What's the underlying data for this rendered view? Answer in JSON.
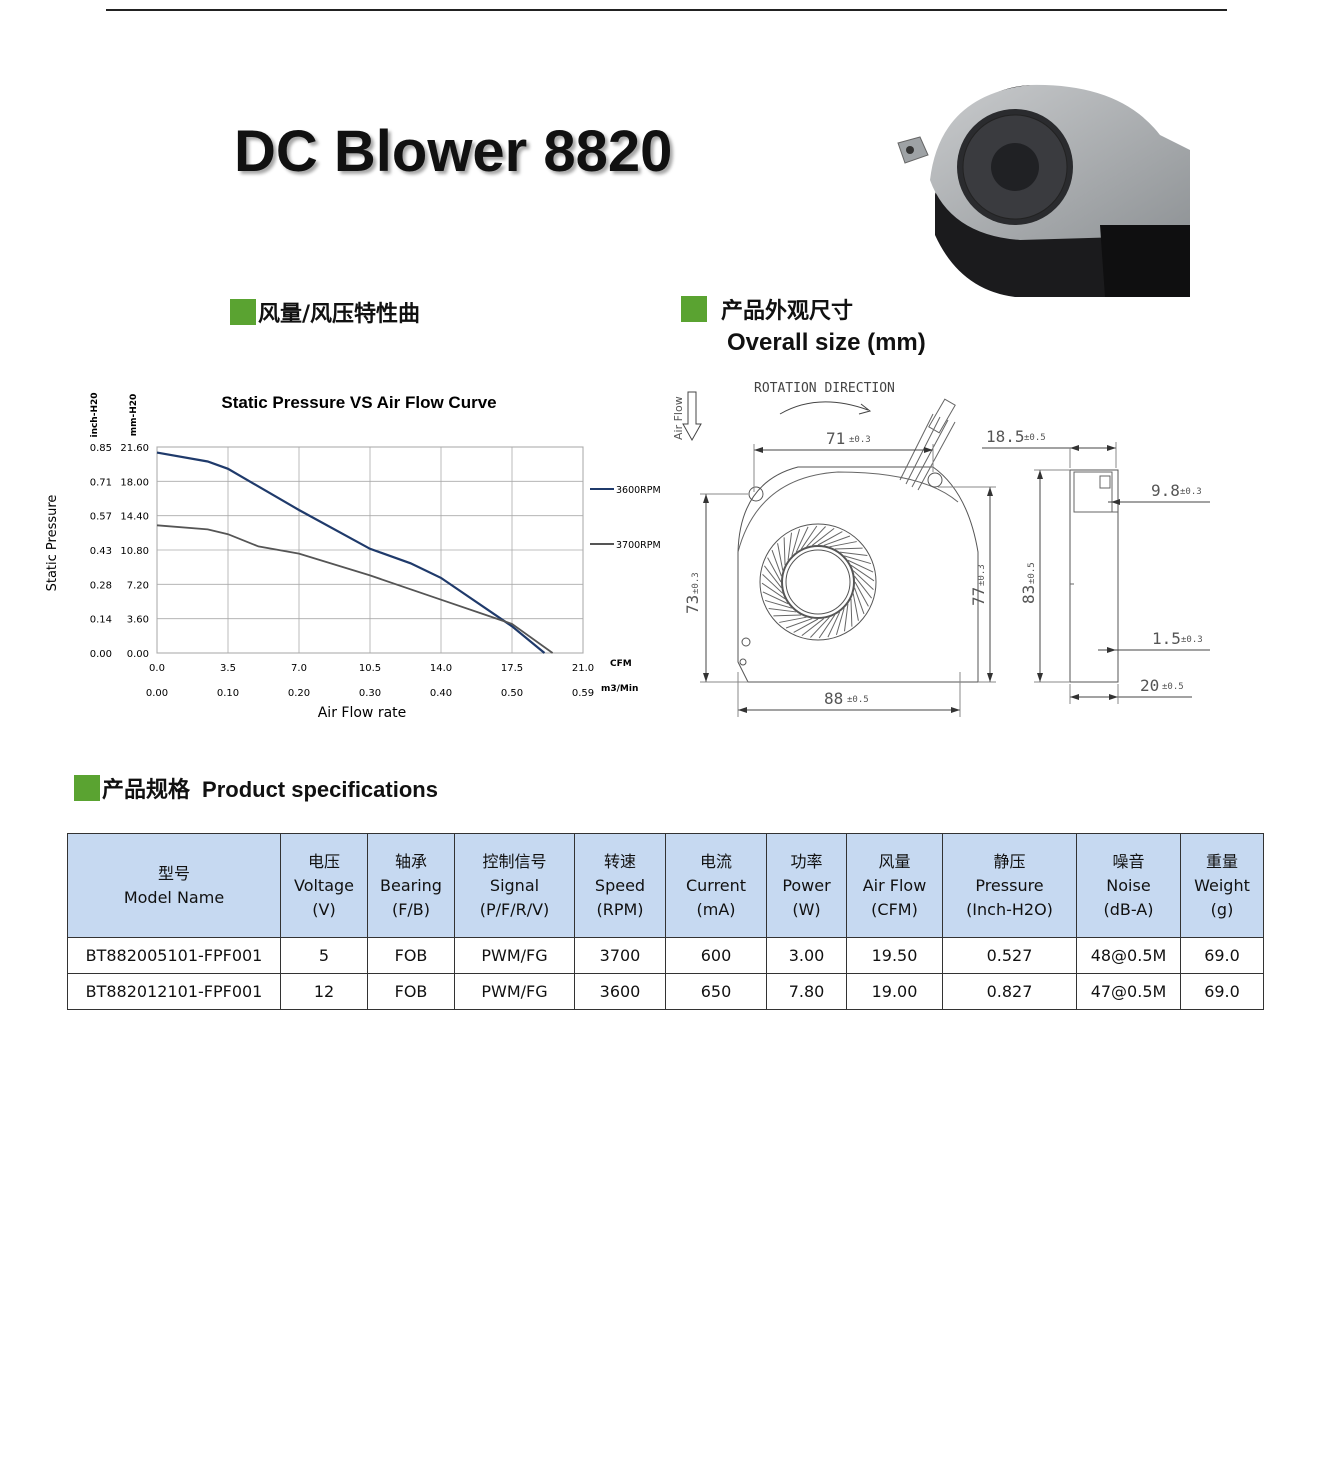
{
  "header": {
    "title": "DC Blower 8820"
  },
  "sections": {
    "curve_heading": "风量/风压特性曲",
    "size_heading": "产品外观尺寸",
    "size_subheading": "Overall size (mm)",
    "spec_heading_cn": "产品规格",
    "spec_heading_en": "Product specifications"
  },
  "chart_data": {
    "type": "line",
    "title": "Static Pressure VS Air Flow Curve",
    "ylabel": "Static Pressure",
    "xlabel": "Air Flow rate",
    "y_units": [
      "inch-H20",
      "mm-H20"
    ],
    "y_ticks_inch": [
      "0.00",
      "0.14",
      "0.28",
      "0.43",
      "0.57",
      "0.71",
      "0.85"
    ],
    "y_ticks_mm": [
      "0.00",
      "3.60",
      "7.20",
      "10.80",
      "14.40",
      "18.00",
      "21.60"
    ],
    "x_ticks_cfm": [
      "0.0",
      "3.5",
      "7.0",
      "10.5",
      "14.0",
      "17.5",
      "21.0"
    ],
    "x_ticks_m3": [
      "0.00",
      "0.10",
      "0.20",
      "0.30",
      "0.40",
      "0.50",
      "0.59"
    ],
    "x_unit_cfm": "CFM",
    "x_unit_m3": "m3/Min",
    "xlim": [
      0,
      21
    ],
    "ylim": [
      0,
      0.85
    ],
    "grid": true,
    "legend_position": "right",
    "series": [
      {
        "name": "3600RPM",
        "color": "#1f3a6b",
        "x": [
          0,
          2.5,
          3.5,
          7,
          10.5,
          12.5,
          14,
          17.5,
          19.1
        ],
        "y": [
          0.827,
          0.79,
          0.76,
          0.59,
          0.43,
          0.37,
          0.31,
          0.11,
          0.0
        ]
      },
      {
        "name": "3700RPM",
        "color": "#555555",
        "x": [
          0,
          2.5,
          3.5,
          5,
          7,
          10.5,
          14,
          17.5,
          19.5
        ],
        "y": [
          0.527,
          0.51,
          0.49,
          0.44,
          0.41,
          0.32,
          0.22,
          0.12,
          0.0
        ]
      }
    ]
  },
  "dimensions": {
    "rotation_label": "ROTATION DIRECTION",
    "airflow_label": "Air Flow",
    "d71": "71",
    "d71_tol": "±0.3",
    "d18": "18.5",
    "d18_tol": "±0.5",
    "d9": "9.8",
    "d9_tol": "±0.3",
    "d73": "73",
    "d73_tol": "±0.3",
    "d77": "77",
    "d77_tol": "±0.3",
    "d83": "83",
    "d83_tol": "±0.5",
    "d15": "1.5",
    "d15_tol": "±0.3",
    "d20": "20",
    "d20_tol": "±0.5",
    "d88": "88",
    "d88_tol": "±0.5"
  },
  "spec_table": {
    "headers": [
      {
        "cn": "型号",
        "en": "Model Name",
        "unit": ""
      },
      {
        "cn": "电压",
        "en": "Voltage",
        "unit": "(V)"
      },
      {
        "cn": "轴承",
        "en": "Bearing",
        "unit": "(F/B)"
      },
      {
        "cn": "控制信号",
        "en": "Signal",
        "unit": "(P/F/R/V)"
      },
      {
        "cn": "转速",
        "en": "Speed",
        "unit": "(RPM)"
      },
      {
        "cn": "电流",
        "en": "Current",
        "unit": "(mA)"
      },
      {
        "cn": "功率",
        "en": "Power",
        "unit": "(W)"
      },
      {
        "cn": "风量",
        "en": "Air Flow",
        "unit": "(CFM)"
      },
      {
        "cn": "静压",
        "en": "Pressure",
        "unit": "(Inch-H2O)"
      },
      {
        "cn": "噪音",
        "en": "Noise",
        "unit": "(dB-A)"
      },
      {
        "cn": "重量",
        "en": "Weight",
        "unit": "(g)"
      }
    ],
    "rows": [
      [
        "BT882005101-FPF001",
        "5",
        "FOB",
        "PWM/FG",
        "3700",
        "600",
        "3.00",
        "19.50",
        "0.527",
        "48@0.5M",
        "69.0"
      ],
      [
        "BT882012101-FPF001",
        "12",
        "FOB",
        "PWM/FG",
        "3600",
        "650",
        "7.80",
        "19.00",
        "0.827",
        "47@0.5M",
        "69.0"
      ]
    ]
  }
}
